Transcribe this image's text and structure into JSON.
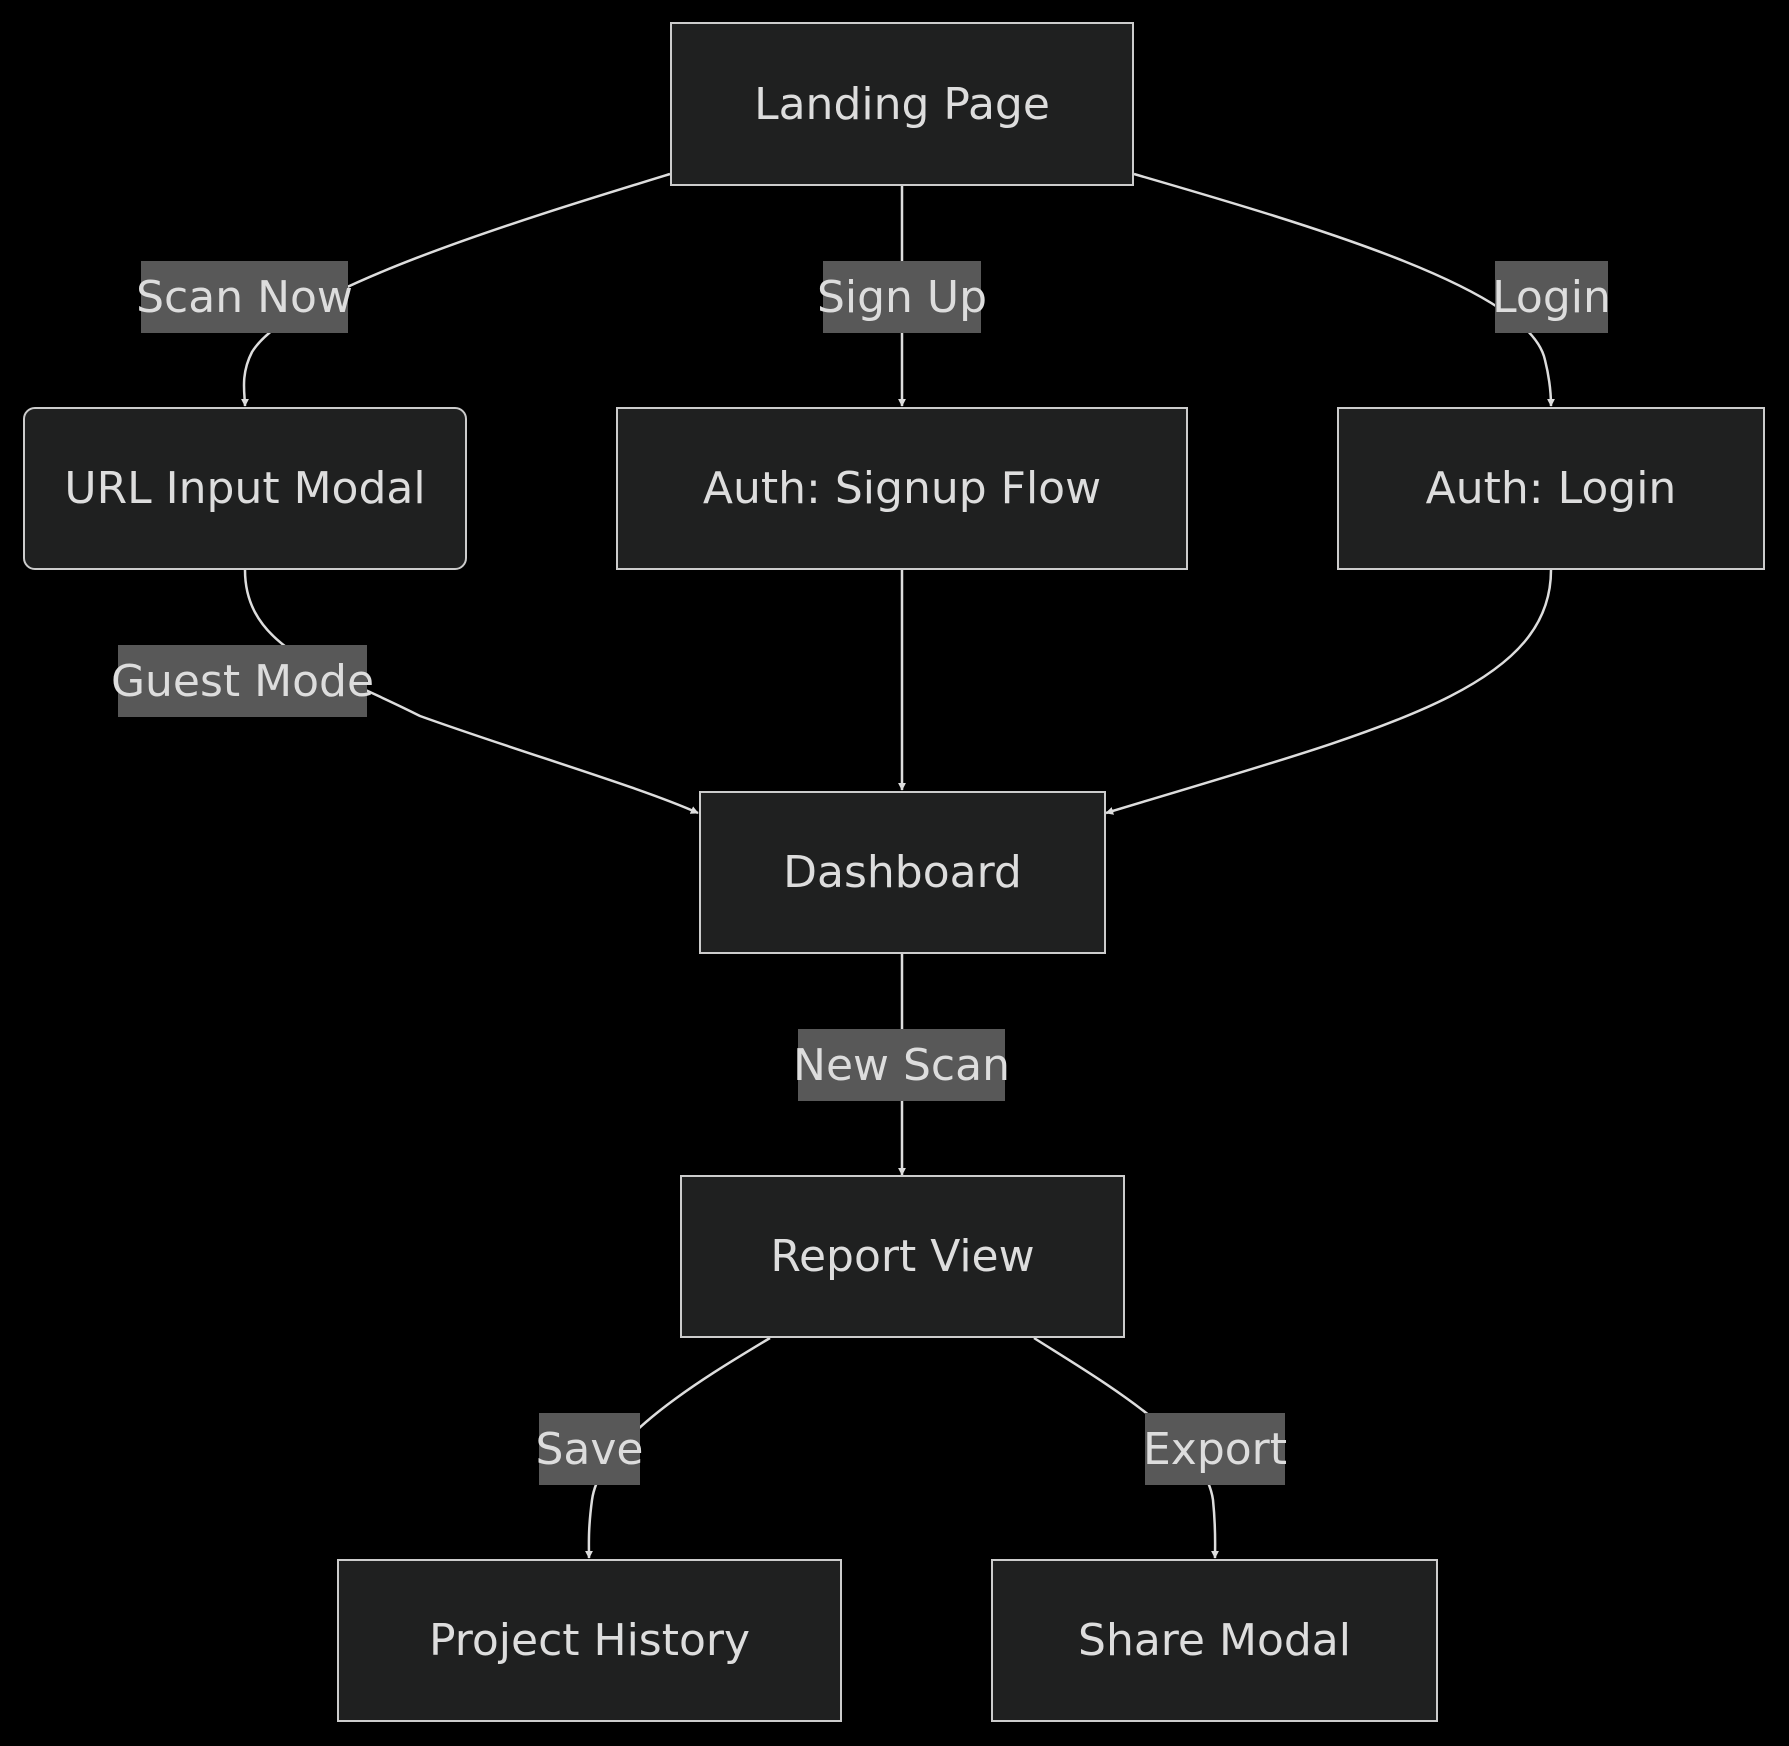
{
  "diagram": {
    "nodes": {
      "landing": "Landing Page",
      "url_modal": "URL Input Modal",
      "signup": "Auth: Signup Flow",
      "login": "Auth: Login",
      "dashboard": "Dashboard",
      "report": "Report View",
      "history": "Project History",
      "share": "Share Modal"
    },
    "edges": {
      "scan_now": "Scan Now",
      "sign_up": "Sign Up",
      "login": "Login",
      "guest_mode": "Guest Mode",
      "new_scan": "New Scan",
      "save": "Save",
      "export": "Export"
    },
    "colors": {
      "background": "#000000",
      "node_fill": "#1f2020",
      "node_border": "#cccccc",
      "edge_label_bg": "#585858",
      "text": "#dddddd"
    }
  }
}
